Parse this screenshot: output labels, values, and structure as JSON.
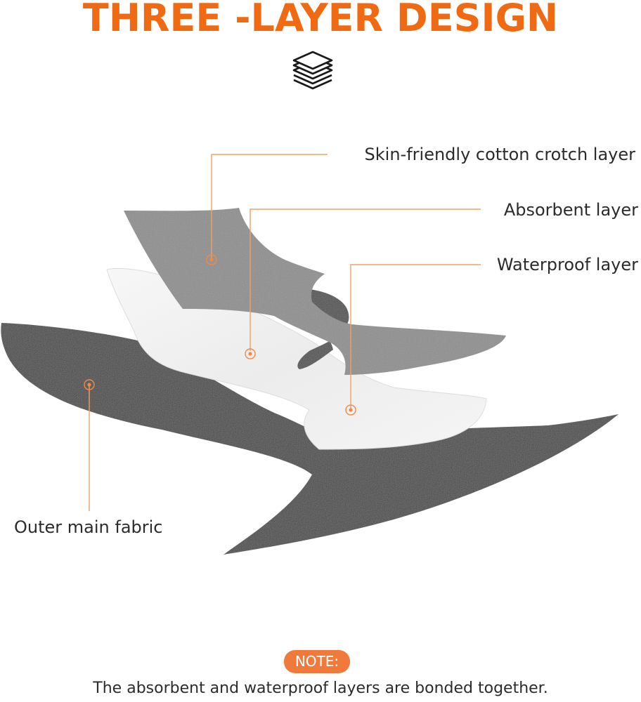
{
  "title": "THREE -LAYER DESIGN",
  "icons": {
    "header": "layers-stack-icon"
  },
  "labels": {
    "cotton": "Skin-friendly cotton crotch layer",
    "absorbent": "Absorbent layer",
    "waterproof": "Waterproof layer",
    "outer": "Outer main fabric"
  },
  "note": {
    "badge": "NOTE:",
    "text": "The absorbent and waterproof layers are bonded together."
  },
  "colors": {
    "accent": "#ef6a12",
    "badge": "#ef7a3c",
    "outer_fabric": "#4a4a4a",
    "cotton_fabric": "#8e8e8e",
    "waterproof_layer": "#f2f2f2",
    "text": "#2b2b2b"
  }
}
